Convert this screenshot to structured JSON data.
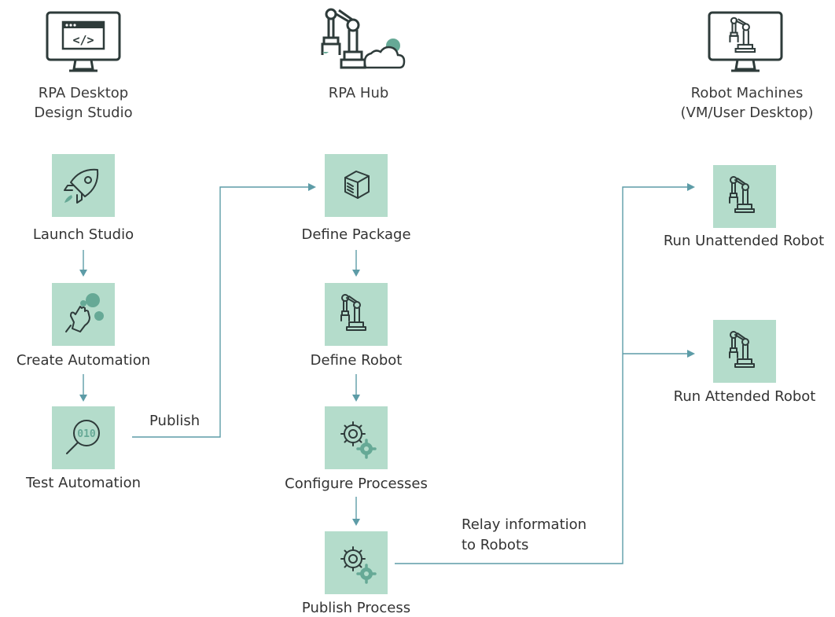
{
  "columns": [
    {
      "id": "desktop",
      "title": "RPA Desktop\nDesign Studio",
      "icon": "monitor-code-icon"
    },
    {
      "id": "hub",
      "title": "RPA Hub",
      "icon": "robot-arm-cloud-icon"
    },
    {
      "id": "machines",
      "title": "Robot Machines\n(VM/User Desktop)",
      "icon": "monitor-robot-icon"
    }
  ],
  "steps": {
    "launch_studio": {
      "label": "Launch Studio",
      "icon": "rocket-icon"
    },
    "create_automation": {
      "label": "Create Automation",
      "icon": "pointing-hand-icon"
    },
    "test_automation": {
      "label": "Test Automation",
      "icon": "magnifier-binary-icon"
    },
    "define_package": {
      "label": "Define Package",
      "icon": "package-box-icon"
    },
    "define_robot": {
      "label": "Define Robot",
      "icon": "robot-arm-icon"
    },
    "configure_processes": {
      "label": "Configure Processes",
      "icon": "gears-icon"
    },
    "publish_process": {
      "label": "Publish Process",
      "icon": "gears-icon"
    },
    "run_unattended": {
      "label": "Run Unattended Robot",
      "icon": "robot-arm-icon"
    },
    "run_attended": {
      "label": "Run Attended Robot",
      "icon": "robot-arm-icon"
    }
  },
  "edge_labels": {
    "publish": "Publish",
    "relay": "Relay information\nto Robots"
  },
  "colors": {
    "box": "#b4dccb",
    "connector": "#5d9ca7",
    "icon_stroke": "#2e3b3a",
    "icon_accent": "#66a996"
  }
}
